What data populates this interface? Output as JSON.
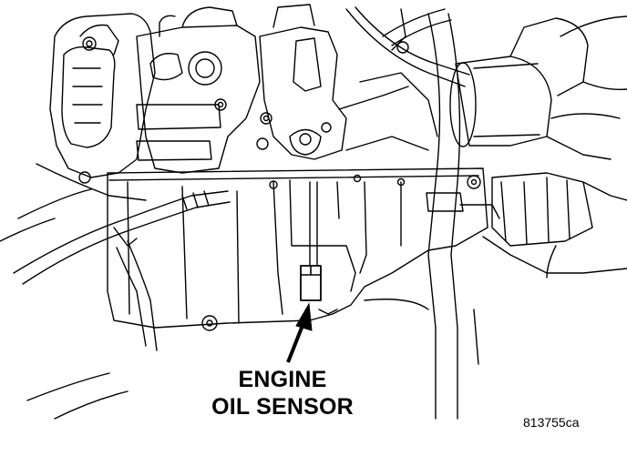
{
  "diagram": {
    "callout_label_line1": "ENGINE",
    "callout_label_line2": "OIL SENSOR",
    "figure_id": "813755ca"
  },
  "colors": {
    "line": "#000000",
    "background": "#ffffff"
  }
}
